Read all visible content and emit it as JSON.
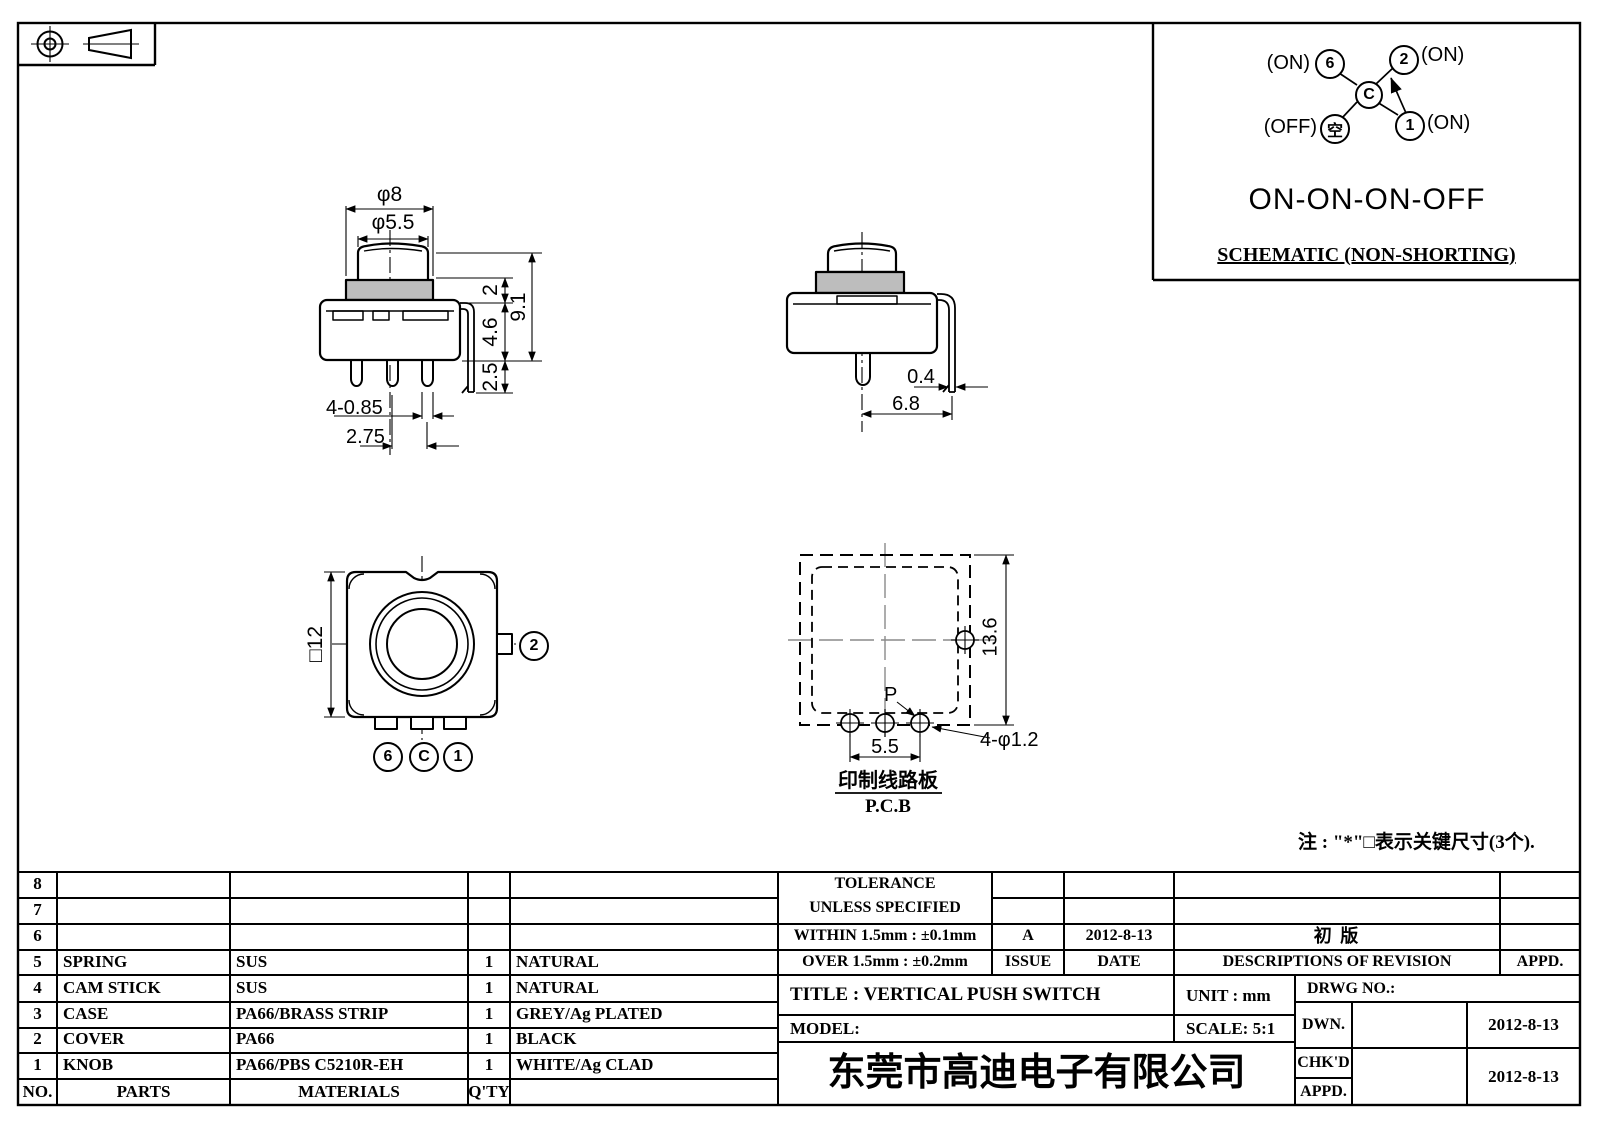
{
  "schematic": {
    "terminals": [
      {
        "circle": "6",
        "state": "(ON)"
      },
      {
        "circle": "2",
        "state": "(ON)"
      },
      {
        "circle": "空",
        "state": "(OFF)"
      },
      {
        "circle": "1",
        "state": "(ON)"
      },
      {
        "circle": "C",
        "state": ""
      }
    ],
    "function_label": "ON-ON-ON-OFF",
    "caption": "SCHEMATIC (NON-SHORTING)"
  },
  "front_view": {
    "dia_outer": "φ8",
    "dia_knob": "φ5.5",
    "h_step": "2",
    "h_body": "4.6",
    "h_pin": "2.5",
    "h_total": "9.1",
    "pin_size": "4-0.85",
    "pin_pitch": "2.75"
  },
  "side_view": {
    "wire_dia": "0.4",
    "wire_offset": "6.8"
  },
  "top_view": {
    "square": "□12",
    "terminal_right": "2",
    "terminals_bottom": [
      "6",
      "C",
      "1"
    ]
  },
  "pcb_view": {
    "height": "13.6",
    "pitch": "5.5",
    "holes": "4-φ1.2",
    "point": "P",
    "caption_cn": "印制线路板",
    "caption_en": "P.C.B"
  },
  "note": "注 : \"*\"□表示关键尺寸(3个).",
  "parts_table": {
    "headers": {
      "no": "NO.",
      "parts": "PARTS",
      "materials": "MATERIALS",
      "qty": "Q'TY",
      "color": ""
    },
    "rows": [
      {
        "no": "8",
        "parts": "",
        "materials": "",
        "qty": "",
        "color": ""
      },
      {
        "no": "7",
        "parts": "",
        "materials": "",
        "qty": "",
        "color": ""
      },
      {
        "no": "6",
        "parts": "",
        "materials": "",
        "qty": "",
        "color": ""
      },
      {
        "no": "5",
        "parts": "SPRING",
        "materials": "SUS",
        "qty": "1",
        "color": "NATURAL"
      },
      {
        "no": "4",
        "parts": "CAM STICK",
        "materials": "SUS",
        "qty": "1",
        "color": "NATURAL"
      },
      {
        "no": "3",
        "parts": "CASE",
        "materials": "PA66/BRASS STRIP",
        "qty": "1",
        "color": "GREY/Ag PLATED"
      },
      {
        "no": "2",
        "parts": "COVER",
        "materials": "PA66",
        "qty": "1",
        "color": "BLACK"
      },
      {
        "no": "1",
        "parts": "KNOB",
        "materials": "PA66/PBS C5210R-EH",
        "qty": "1",
        "color": "WHITE/Ag CLAD"
      }
    ]
  },
  "title_block": {
    "tolerance_title": "TOLERANCE",
    "tolerance_subtitle": "UNLESS  SPECIFIED",
    "tolerance_within": "WITHIN 1.5mm : ±0.1mm",
    "tolerance_over": "OVER 1.5mm : ±0.2mm",
    "revision": {
      "issue_value": "A",
      "date_value": "2012-8-13",
      "description_value": "初 版",
      "issue_header": "ISSUE",
      "date_header": "DATE",
      "description_header": "DESCRIPTIONS OF REVISION",
      "appd_header": "APPD."
    },
    "title": "TITLE :  VERTICAL PUSH SWITCH",
    "unit": "UNIT :  mm",
    "model_label": "MODEL:",
    "scale": "SCALE:  5:1",
    "drwg_label": "DRWG NO.:",
    "dwn_label": "DWN.",
    "dwn_date": "2012-8-13",
    "chkd_label": "CHK'D",
    "chkd_date": "2012-8-13",
    "appd_label": "APPD.",
    "company": "东莞市高迪电子有限公司"
  }
}
